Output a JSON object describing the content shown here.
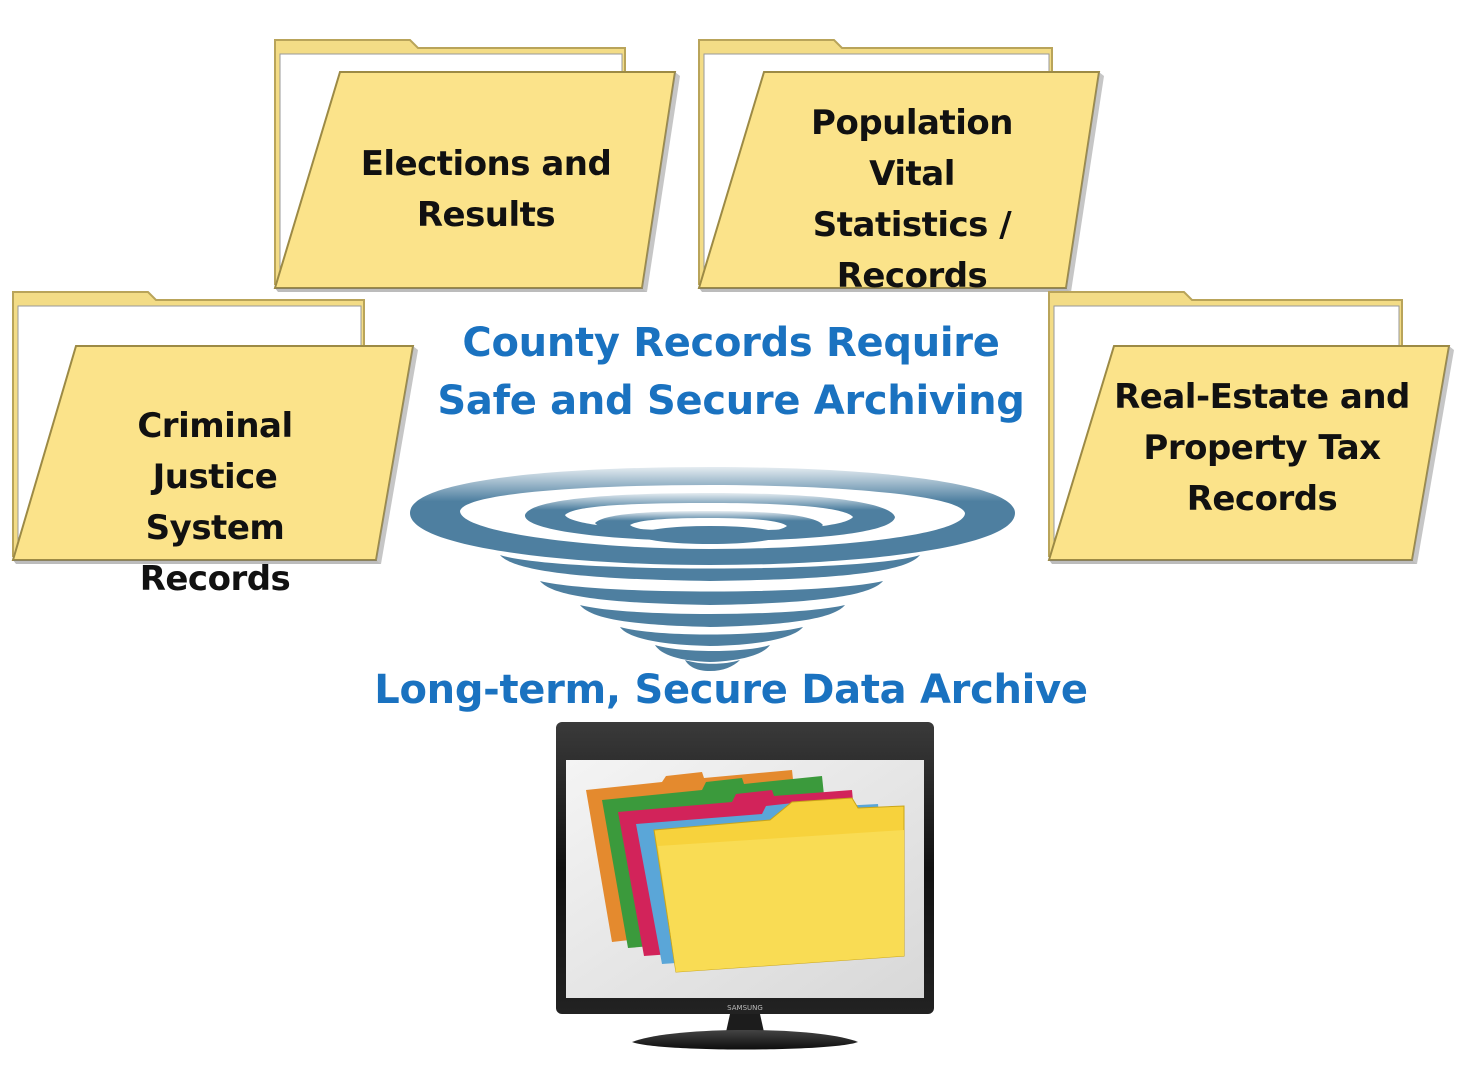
{
  "folders": [
    {
      "id": "elections",
      "lines": [
        "Elections and",
        "Results"
      ]
    },
    {
      "id": "population",
      "lines": [
        "Population Vital",
        "Statistics /",
        "Records"
      ]
    },
    {
      "id": "criminal",
      "lines": [
        "Criminal Justice",
        "System Records"
      ]
    },
    {
      "id": "realestate",
      "lines": [
        "Real-Estate and",
        "Property Tax",
        "Records"
      ]
    }
  ],
  "headline": {
    "line1": "County Records Require",
    "line2": "Safe and Secure Archiving"
  },
  "archive": {
    "label": "Long-term, Secure Data Archive",
    "monitor_brand": "SAMSUNG"
  },
  "colors": {
    "folder_fill": "#fbe38a",
    "folder_stroke": "#b9a45a",
    "headline": "#1a72c0",
    "tornado": "#4e7fa0"
  }
}
